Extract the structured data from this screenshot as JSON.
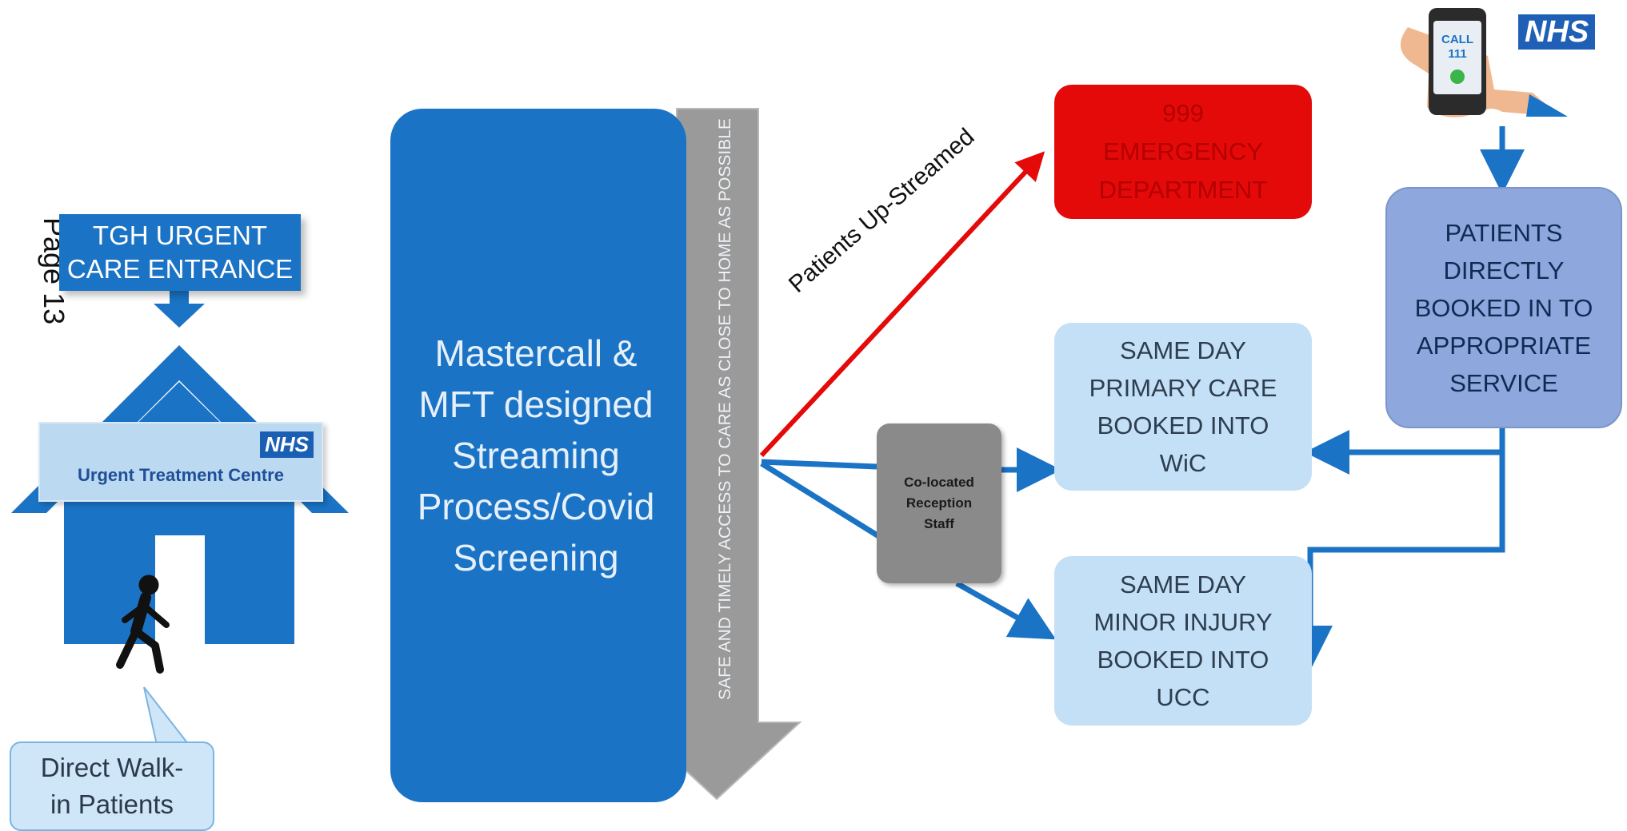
{
  "page_label": "Page 13",
  "entrance_sign": {
    "line1": "TGH URGENT",
    "line2": "CARE ENTRANCE"
  },
  "utc_sign": {
    "nhs_logo": "NHS",
    "text": "Urgent Treatment Centre"
  },
  "walkin_callout": {
    "line1": "Direct Walk-",
    "line2": "in Patients"
  },
  "mastercall": {
    "line1": "Mastercall &",
    "line2": "MFT designed",
    "line3": "Streaming",
    "line4": "Process/Covid",
    "line5": "Screening"
  },
  "safe_arrow": {
    "text": "SAFE AND TIMELY ACCESS TO CARE AS CLOSE TO HOME AS POSSIBLE"
  },
  "upstream_label": "Patients Up-Streamed",
  "ed_box": {
    "line1": "999",
    "line2": "EMERGENCY",
    "line3": "DEPARTMENT"
  },
  "colocated": {
    "line1": "Co-located",
    "line2": "Reception",
    "line3": "Staff"
  },
  "wic_box": {
    "line1": "SAME DAY",
    "line2": "PRIMARY CARE",
    "line3": "BOOKED INTO",
    "line4": "WiC"
  },
  "ucc_box": {
    "line1": "SAME DAY",
    "line2": "MINOR INJURY",
    "line3": "BOOKED INTO",
    "line4": "UCC"
  },
  "direct_box": {
    "line1": "PATIENTS",
    "line2": "DIRECTLY",
    "line3": "BOOKED IN TO",
    "line4": "APPROPRIATE",
    "line5": "SERVICE"
  },
  "phone": {
    "screen_line1": "CALL",
    "screen_line2": "111",
    "nhs_logo": "NHS"
  },
  "colors": {
    "primary_blue": "#1b73c5",
    "light_blue": "#c3e0f7",
    "emergency_red": "#e50a0a",
    "grey_arrow": "#9a9a9a",
    "lavender": "#8ea7dc"
  }
}
